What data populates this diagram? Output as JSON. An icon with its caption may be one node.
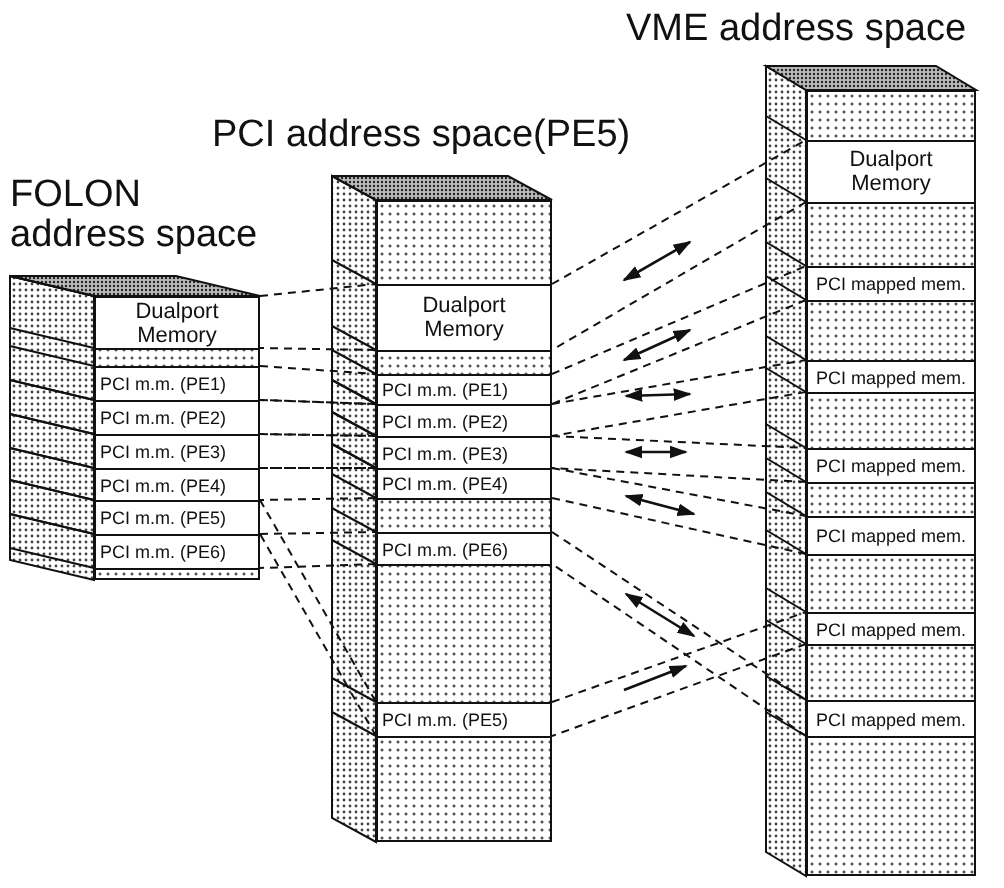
{
  "diagram": {
    "nodes": [
      {
        "text": [
          "FOLON address space"
        ]
      },
      {
        "text": [
          "Dualport Memory"
        ],
        "in": 0
      },
      {
        "text": [
          "PCI m.m. (PE1)"
        ],
        "in": 0
      },
      {
        "text": [
          "PCI m.m. (PE2)"
        ],
        "in": 0
      },
      {
        "text": [
          "PCI m.m. (PE3)"
        ],
        "in": 0
      },
      {
        "text": [
          "PCI m.m. (PE4)"
        ],
        "in": 0
      },
      {
        "text": [
          "PCI m.m. (PE5)"
        ],
        "in": 0
      },
      {
        "text": [
          "PCI m.m. (PE6)"
        ],
        "in": 0
      },
      {
        "text": [
          "PCI address space(PE5)"
        ]
      },
      {
        "text": [
          "Dualport Memory"
        ],
        "in": 8
      },
      {
        "text": [
          "PCI m.m. (PE1)"
        ],
        "in": 8
      },
      {
        "text": [
          "PCI m.m. (PE2)"
        ],
        "in": 8
      },
      {
        "text": [
          "PCI m.m. (PE3)"
        ],
        "in": 8
      },
      {
        "text": [
          "PCI m.m. (PE4)"
        ],
        "in": 8
      },
      {
        "text": [
          "PCI m.m. (PE6)"
        ],
        "in": 8
      },
      {
        "text": [
          "PCI m.m. (PE5)"
        ],
        "in": 8
      },
      {
        "text": [
          "VME address space"
        ]
      },
      {
        "text": [
          "Dualport Memory"
        ],
        "in": 16
      },
      {
        "text": [
          "PCI mapped mem."
        ],
        "in": 16
      },
      {
        "text": [
          "PCI mapped mem."
        ],
        "in": 16
      },
      {
        "text": [
          "PCI mapped mem."
        ],
        "in": 16
      },
      {
        "text": [
          "PCI mapped mem."
        ],
        "in": 16
      },
      {
        "text": [
          "PCI mapped mem."
        ],
        "in": 16
      },
      {
        "text": [
          "PCI mapped mem."
        ],
        "in": 16
      }
    ],
    "edges": [
      {
        "from": 1,
        "to": 9,
        "arrow": "none",
        "style": "dashed"
      },
      {
        "from": 2,
        "to": 10,
        "arrow": "none",
        "style": "dashed"
      },
      {
        "from": 3,
        "to": 11,
        "arrow": "none",
        "style": "dashed"
      },
      {
        "from": 4,
        "to": 12,
        "arrow": "none",
        "style": "dashed"
      },
      {
        "from": 5,
        "to": 13,
        "arrow": "none",
        "style": "dashed"
      },
      {
        "from": 6,
        "to": 15,
        "arrow": "none",
        "style": "dashed"
      },
      {
        "from": 7,
        "to": 14,
        "arrow": "none",
        "style": "dashed"
      },
      {
        "from": 9,
        "to": 17,
        "arrow": "none",
        "style": "dashed"
      },
      {
        "from": 10,
        "to": 18,
        "arrow": "none",
        "style": "dashed"
      },
      {
        "from": 11,
        "to": 19,
        "arrow": "none",
        "style": "dashed"
      },
      {
        "from": 12,
        "to": 20,
        "arrow": "none",
        "style": "dashed"
      },
      {
        "from": 13,
        "to": 21,
        "arrow": "none",
        "style": "dashed"
      },
      {
        "from": 15,
        "to": 22,
        "arrow": "none",
        "style": "dashed"
      },
      {
        "from": 14,
        "to": 23,
        "arrow": "none",
        "style": "dashed"
      }
    ]
  }
}
